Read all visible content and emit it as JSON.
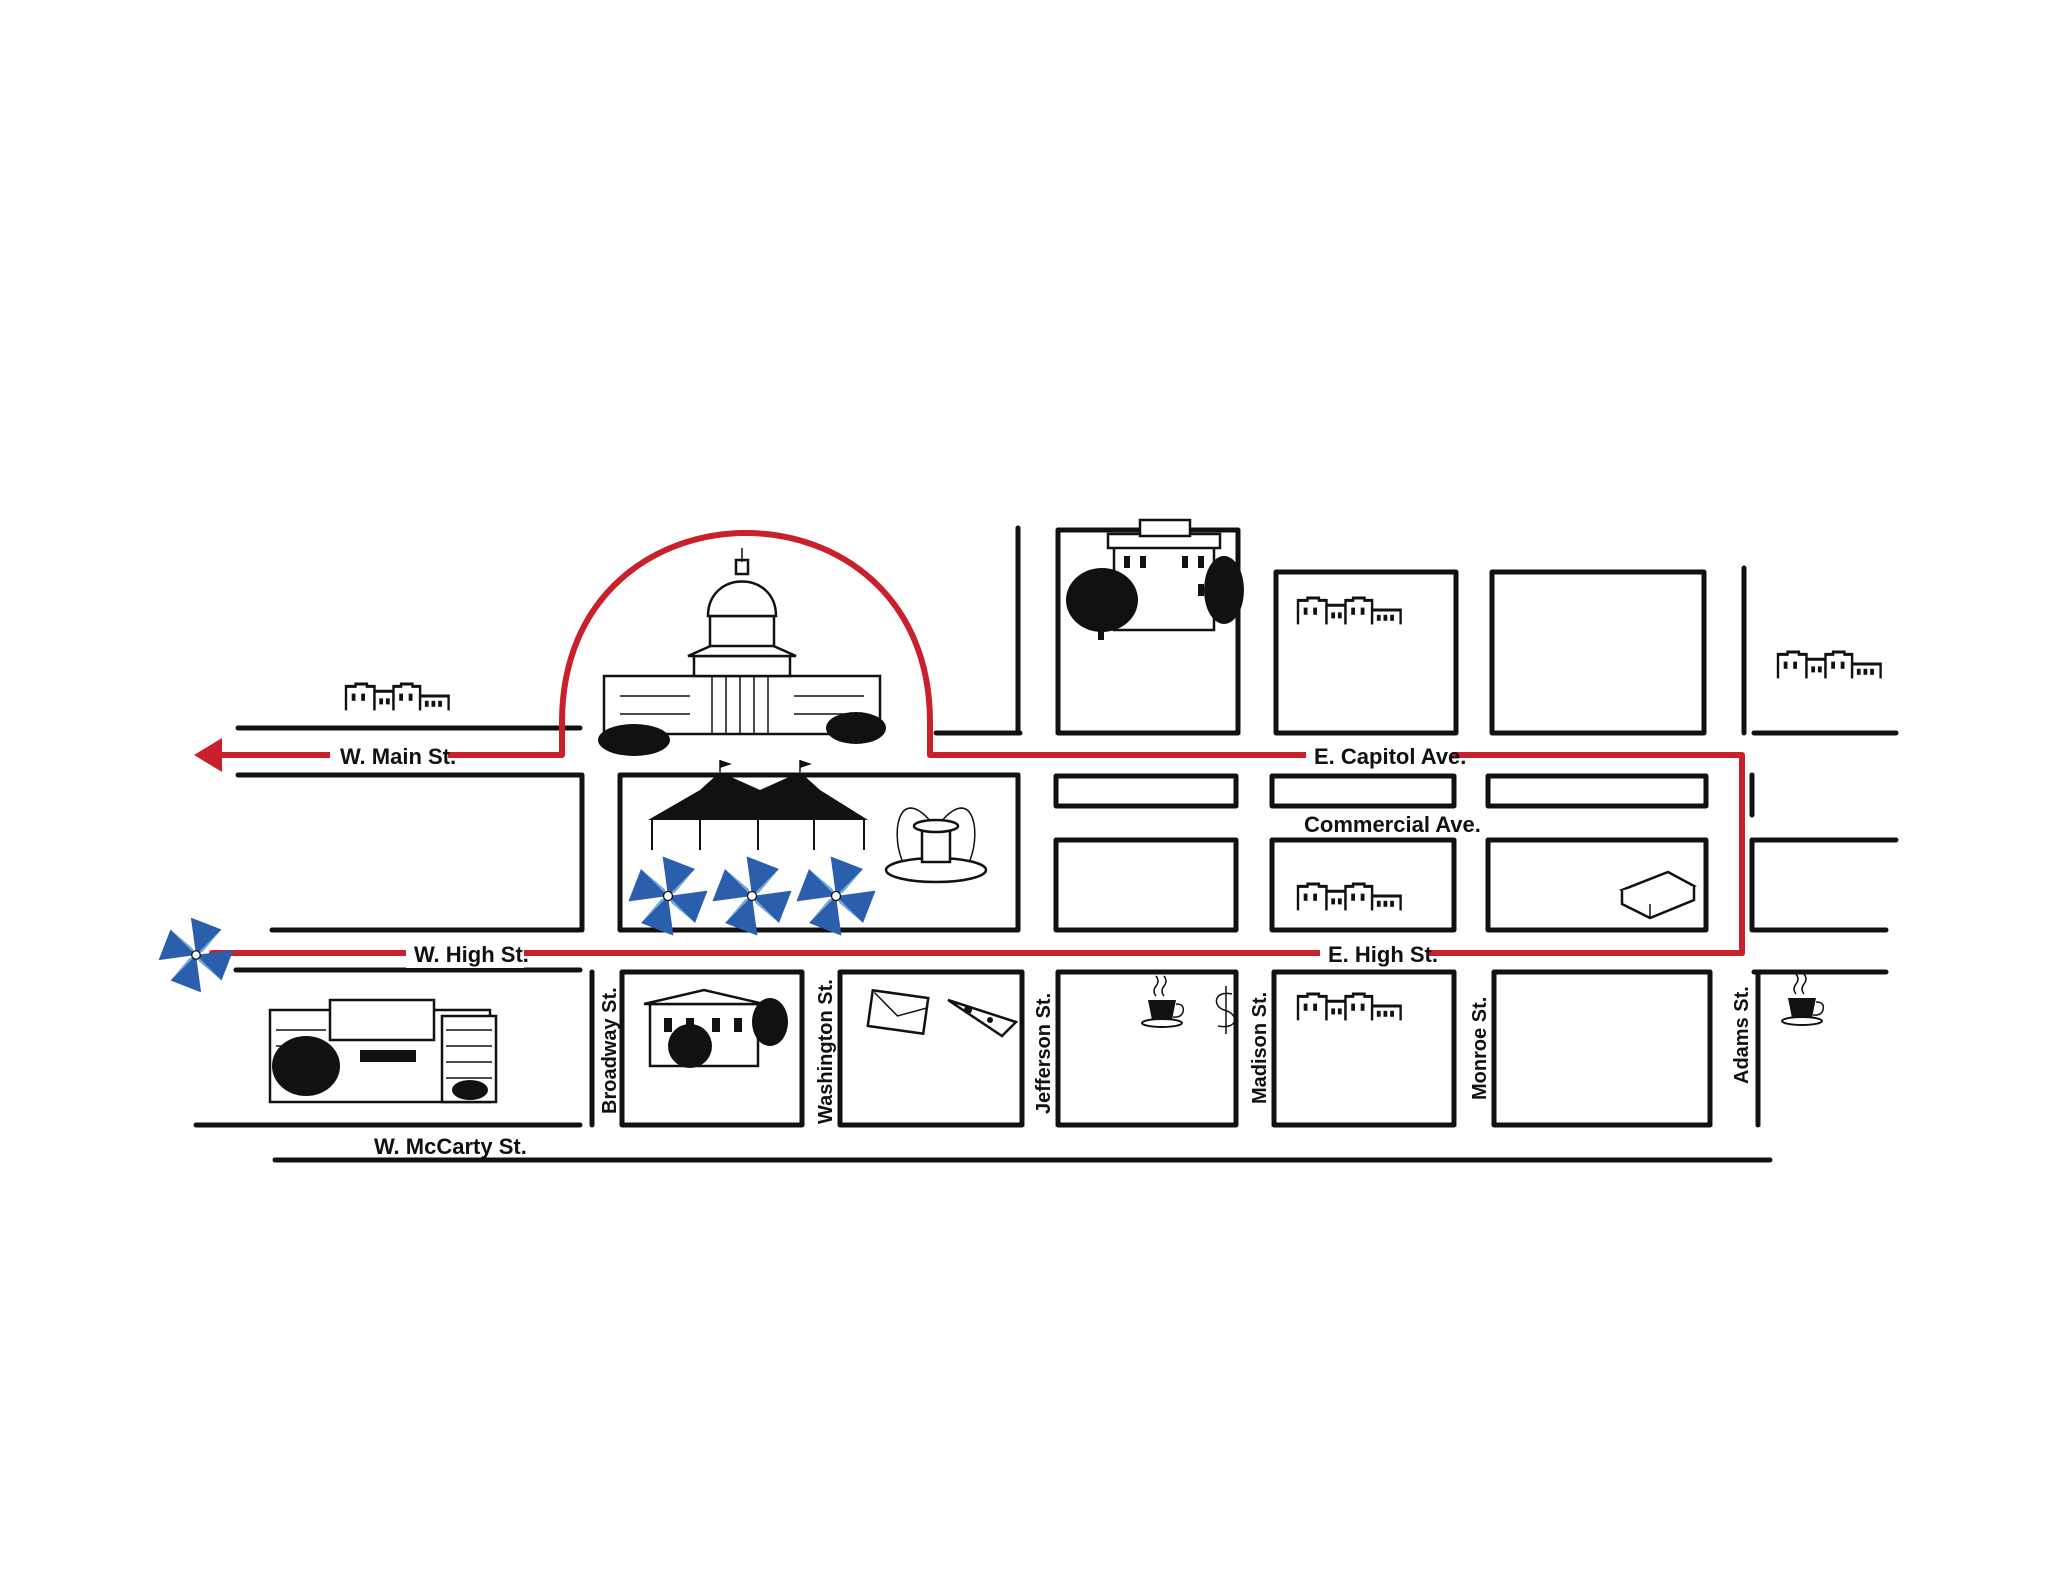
{
  "map": {
    "colors": {
      "route": "#c9202c",
      "street": "#111111",
      "pinwheel_dark": "#2b5fae",
      "pinwheel_light": "#6fa6dc",
      "background": "#ffffff"
    },
    "streets_horizontal": {
      "w_main": "W. Main St.",
      "e_capitol": "E. Capitol Ave.",
      "commercial": "Commercial Ave.",
      "w_high": "W. High St.",
      "e_high": "E. High St.",
      "w_mccarty": "W. McCarty St."
    },
    "streets_vertical": {
      "broadway": "Broadway St.",
      "washington": "Washington St.",
      "jefferson": "Jefferson St.",
      "madison": "Madison St.",
      "monroe": "Monroe St.",
      "adams": "Adams St."
    },
    "landmark_icons": [
      "capitol-icon",
      "mansion-icon",
      "tent-icon",
      "fountain-icon",
      "pinwheel-icon",
      "office-building-icon",
      "courthouse-icon",
      "mail-icon",
      "pizza-icon",
      "coffee-icon",
      "dollar-icon",
      "book-icon",
      "storefront-icon"
    ]
  }
}
